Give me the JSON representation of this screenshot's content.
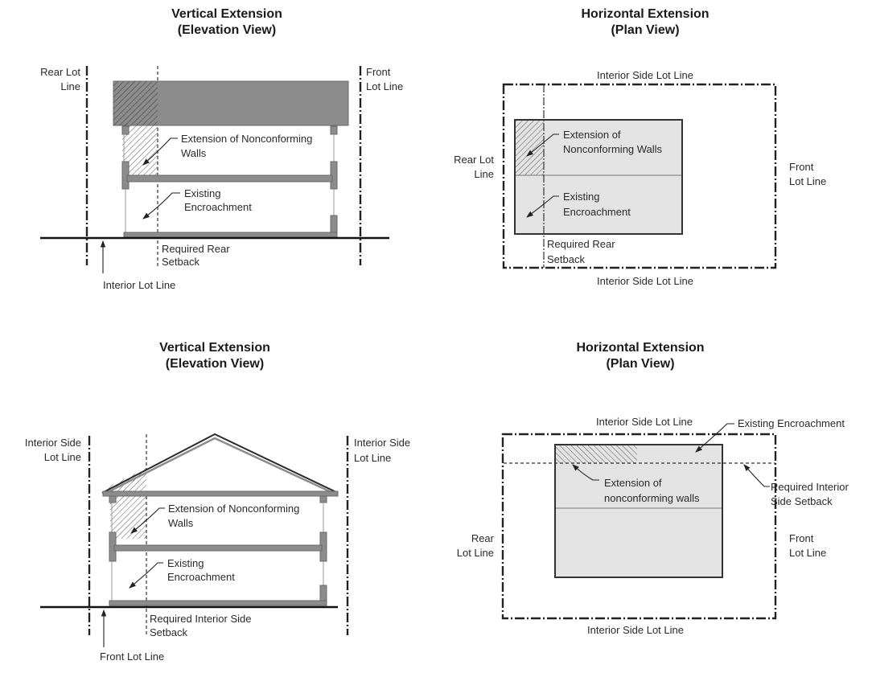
{
  "panels": {
    "top_left": {
      "title_line1": "Vertical Extension",
      "title_line2": "(Elevation View)",
      "left_lot_label_1": "Rear Lot",
      "left_lot_label_2": "Line",
      "right_lot_label_1": "Front",
      "right_lot_label_2": "Lot Line",
      "extension_label_1": "Extension of Nonconforming",
      "extension_label_2": "Walls",
      "encroachment_label_1": "Existing",
      "encroachment_label_2": "Encroachment",
      "setback_label_1": "Required Rear",
      "setback_label_2": "Setback",
      "ground_label": "Interior Lot Line"
    },
    "top_right": {
      "title_line1": "Horizontal Extension",
      "title_line2": "(Plan View)",
      "top_lot_label": "Interior Side Lot Line",
      "bottom_lot_label": "Interior Side Lot Line",
      "left_lot_label_1": "Rear Lot",
      "left_lot_label_2": "Line",
      "right_lot_label_1": "Front",
      "right_lot_label_2": "Lot Line",
      "extension_label_1": "Extension of",
      "extension_label_2": "Nonconforming Walls",
      "encroachment_label_1": "Existing",
      "encroachment_label_2": "Encroachment",
      "setback_label_1": "Required Rear",
      "setback_label_2": "Setback"
    },
    "bottom_left": {
      "title_line1": "Vertical Extension",
      "title_line2": "(Elevation View)",
      "left_lot_label_1": "Interior Side",
      "left_lot_label_2": "Lot Line",
      "right_lot_label_1": "Interior Side",
      "right_lot_label_2": "Lot Line",
      "extension_label_1": "Extension of Nonconforming",
      "extension_label_2": "Walls",
      "encroachment_label_1": "Existing",
      "encroachment_label_2": "Encroachment",
      "setback_label_1": "Required Interior Side",
      "setback_label_2": "Setback",
      "ground_label": "Front Lot Line"
    },
    "bottom_right": {
      "title_line1": "Horizontal Extension",
      "title_line2": "(Plan View)",
      "top_lot_label": "Interior Side Lot Line",
      "bottom_lot_label": "Interior Side Lot Line",
      "left_lot_label_1": "Rear",
      "left_lot_label_2": "Lot Line",
      "right_lot_label_1": "Front",
      "right_lot_label_2": "Lot Line",
      "encroachment_label": "Existing Encroachment",
      "extension_label_1": "Extension of",
      "extension_label_2": "nonconforming walls",
      "setback_label_1": "Required Interior",
      "setback_label_2": "Side Setback"
    }
  },
  "colors": {
    "structure": "#8c8c8c",
    "plan_fill": "#e3e3e3",
    "line": "#222222"
  }
}
